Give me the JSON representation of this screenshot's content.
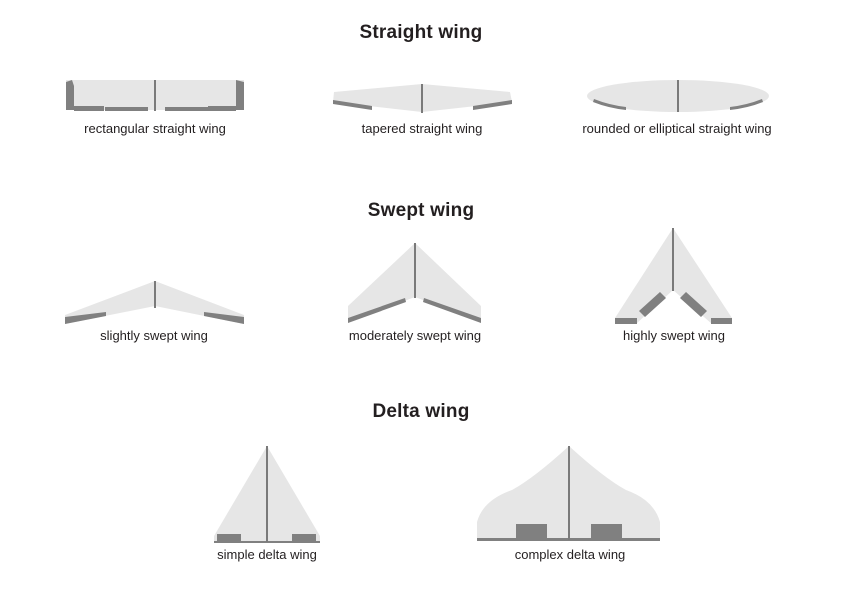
{
  "sections": {
    "straight": {
      "title": "Straight  wing",
      "rectangular": "rectangular straight wing",
      "tapered": "tapered straight wing",
      "elliptical": "rounded or elliptical straight wing"
    },
    "swept": {
      "title": "Swept  wing",
      "slightly": "slightly swept wing",
      "moderately": "moderately swept wing",
      "highly": "highly swept wing"
    },
    "delta": {
      "title": "Delta  wing",
      "simple": "simple delta wing",
      "complex": "complex delta wing"
    }
  },
  "colors": {
    "wing_fill": "#e6e6e6",
    "control_surface": "#808080",
    "text": "#231f20"
  }
}
